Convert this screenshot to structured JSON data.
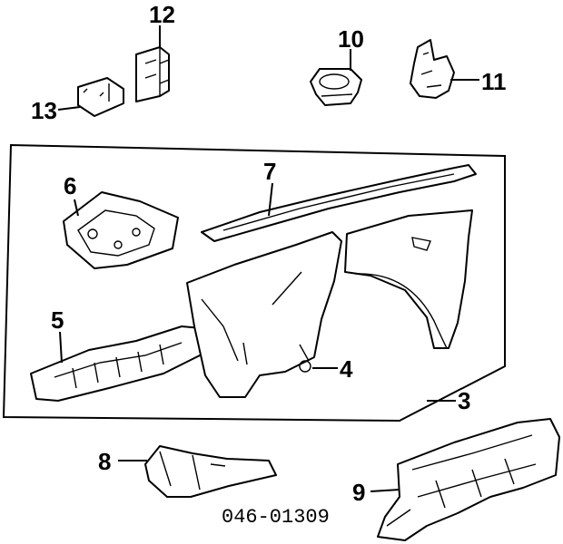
{
  "diagram": {
    "callouts": {
      "c1": "12",
      "c2": "13",
      "c3": "10",
      "c4": "11",
      "c5": "6",
      "c6": "7",
      "c7": "5",
      "c8": "4",
      "c9": "3",
      "c10": "8",
      "c11": "9"
    },
    "part_code": "046-01309"
  }
}
